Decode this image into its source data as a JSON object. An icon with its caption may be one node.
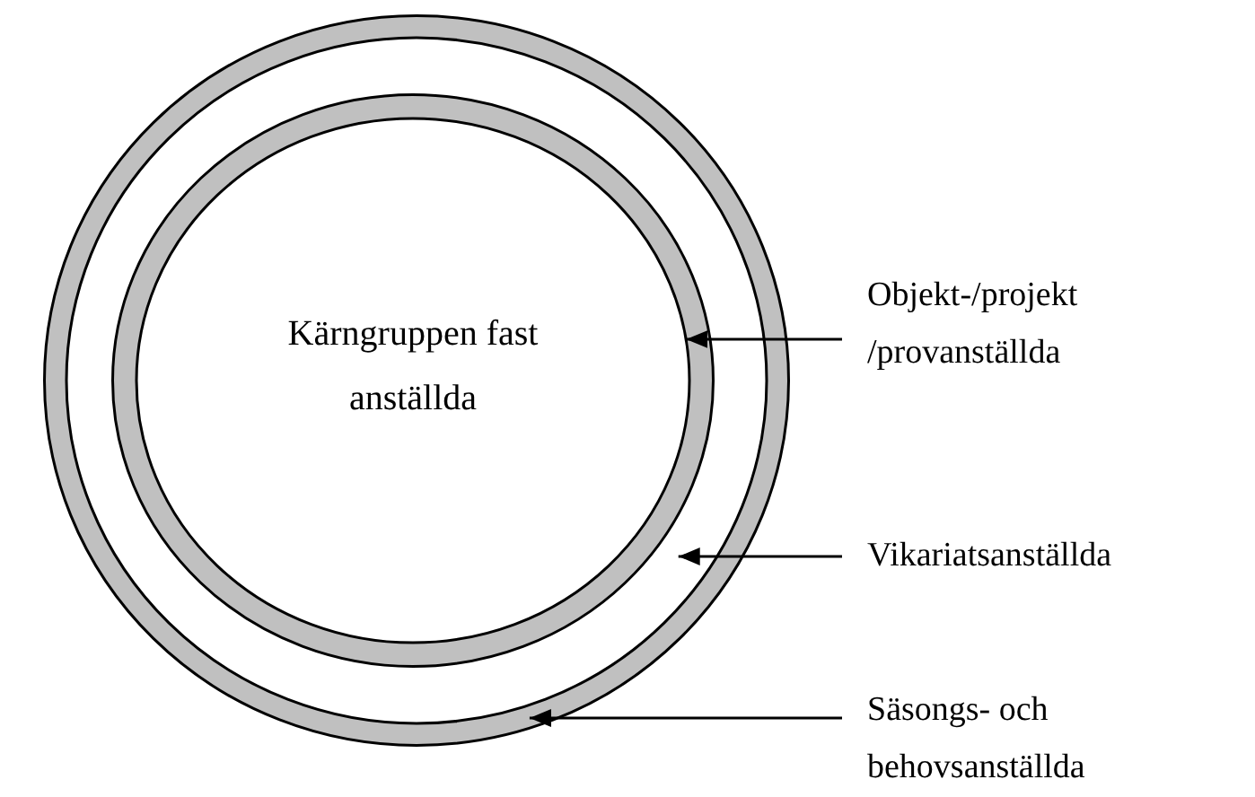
{
  "diagram": {
    "nodes": [
      {
        "text": [],
        "shape": "circle"
      },
      {
        "text": [],
        "shape": "circle",
        "in": 0
      },
      {
        "text": [
          "Kärngruppen fast anställda"
        ],
        "in": 1
      },
      {
        "text": [
          "Objekt-/projekt /provanställda"
        ]
      },
      {
        "text": [
          "Vikariatsanställda"
        ]
      },
      {
        "text": [
          "Säsongs- och behovsanställda"
        ]
      }
    ],
    "edges": [
      {
        "from": 3,
        "to": 1,
        "arrow": "to"
      },
      {
        "from": 4,
        "to": 0,
        "arrow": "to"
      },
      {
        "from": 5,
        "to": 0,
        "arrow": "to"
      }
    ]
  }
}
